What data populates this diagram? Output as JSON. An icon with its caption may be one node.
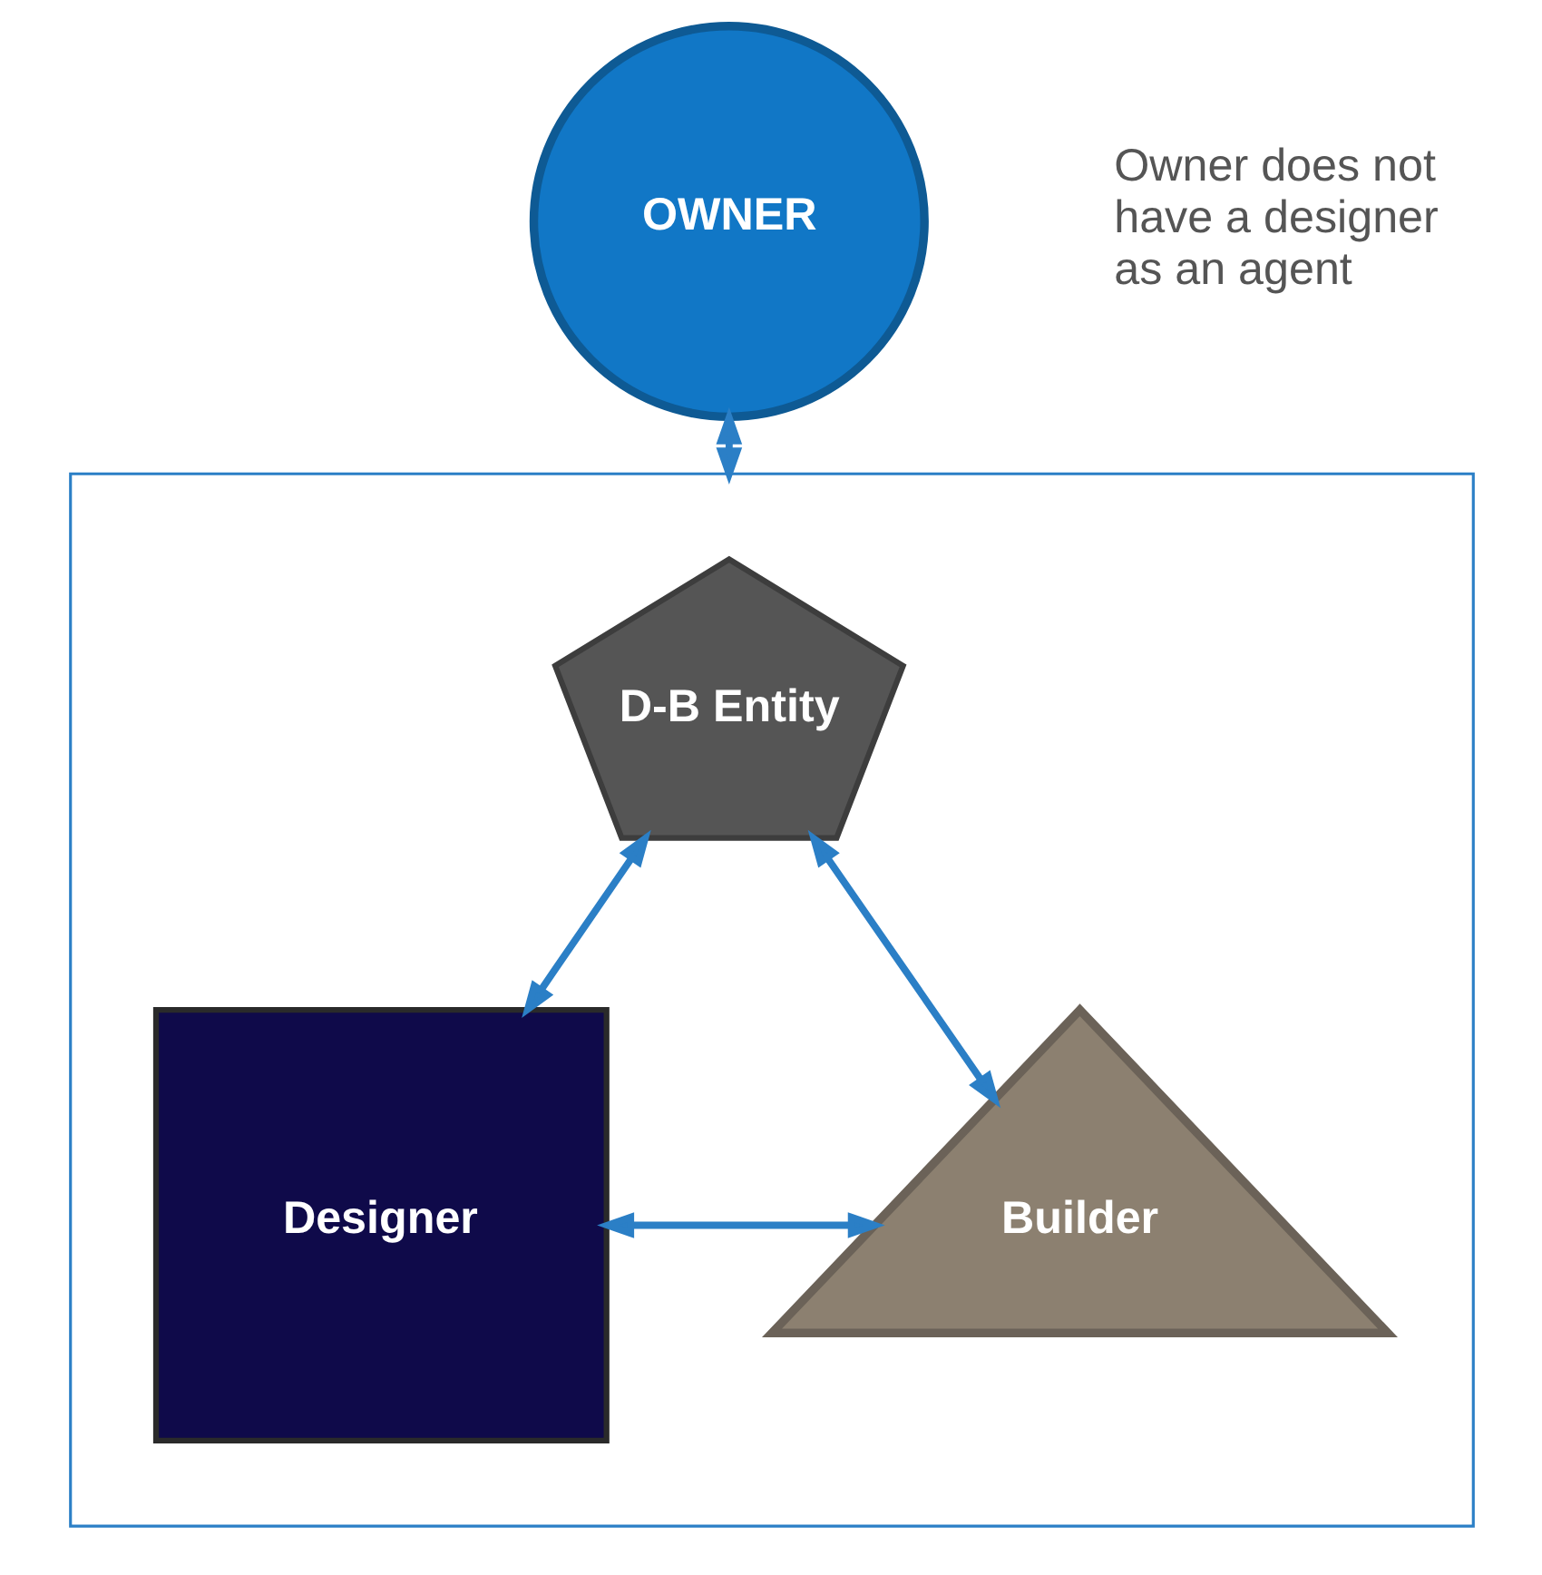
{
  "diagram": {
    "nodes": [
      {
        "text": [
          "OWNER"
        ]
      },
      {
        "text": [],
        "shape": "box"
      },
      {
        "text": [
          "D-B Entity"
        ],
        "in": 1
      },
      {
        "text": [
          "Designer"
        ],
        "in": 1
      },
      {
        "text": [
          "Builder"
        ],
        "in": 1
      }
    ],
    "edges": [
      {
        "from": 0,
        "to": 1,
        "arrow": "both"
      },
      {
        "from": 2,
        "to": 3,
        "arrow": "both"
      },
      {
        "from": 2,
        "to": 4,
        "arrow": "both"
      },
      {
        "from": 3,
        "to": 4,
        "arrow": "both"
      }
    ],
    "labels": [
      "Owner does not have a designer as an agent"
    ]
  }
}
